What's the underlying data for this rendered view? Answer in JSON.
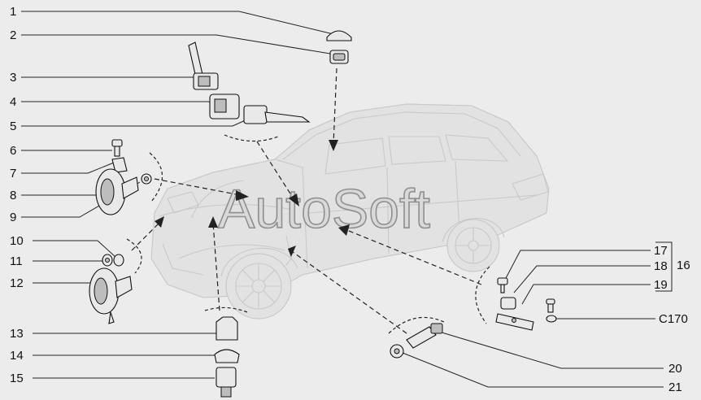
{
  "watermark": "AutoSoft",
  "callouts": {
    "c1": "1",
    "c2": "2",
    "c3": "3",
    "c4": "4",
    "c5": "5",
    "c6": "6",
    "c7": "7",
    "c8": "8",
    "c9": "9",
    "c10": "10",
    "c11": "11",
    "c12": "12",
    "c13": "13",
    "c14": "14",
    "c15": "15",
    "c16": "16",
    "c17": "17",
    "c18": "18",
    "c19": "19",
    "c20": "20",
    "c21": "21",
    "c170": "C170"
  }
}
